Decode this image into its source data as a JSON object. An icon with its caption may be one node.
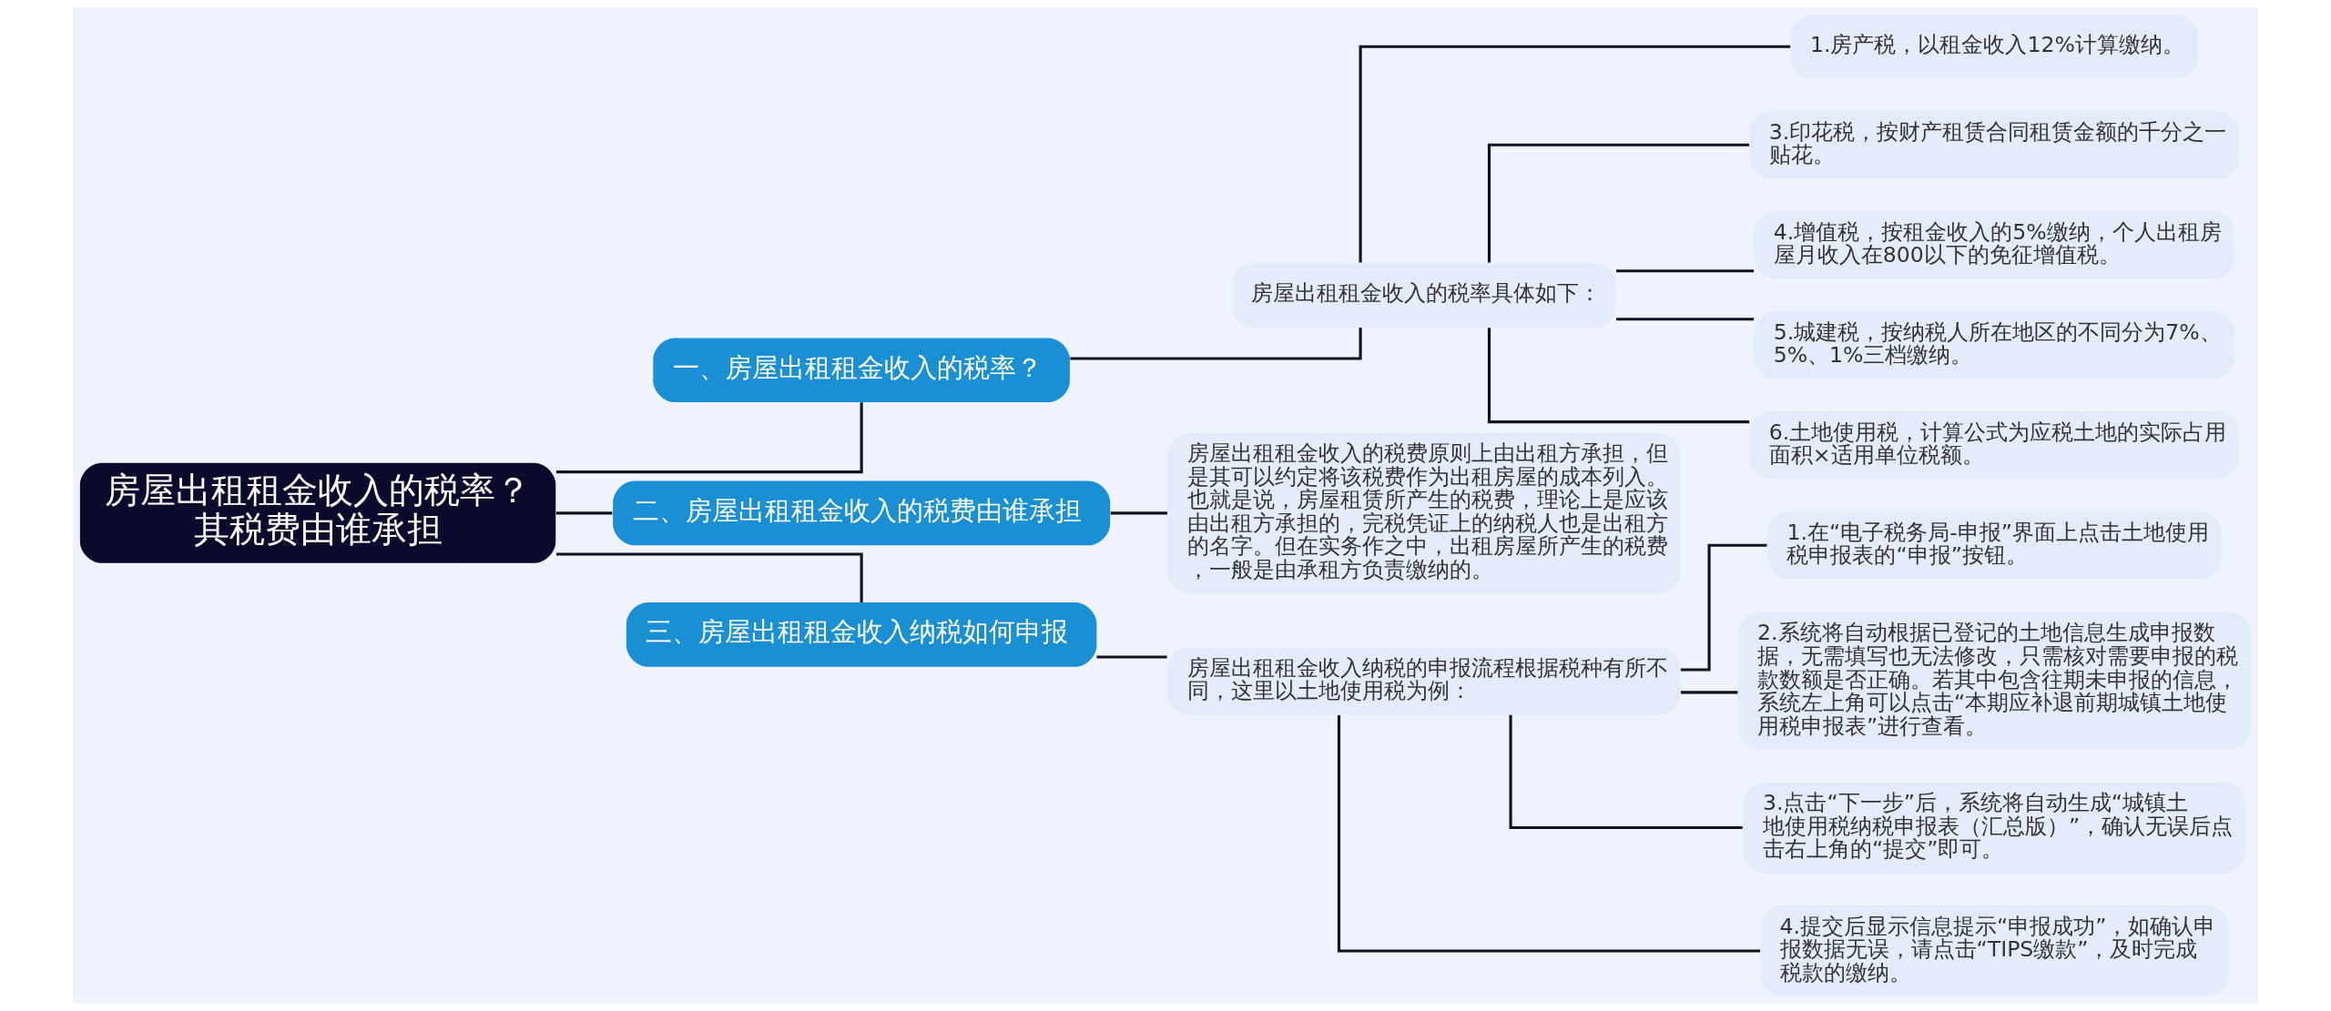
{
  "diagram": {
    "nodes": [
      {
        "text": [
          "房屋出租租金收入的税率？其税费由谁承担"
        ]
      },
      {
        "text": [
          "一、房屋出租租金收入的税率？"
        ]
      },
      {
        "text": [
          "房屋出租租金收入的税率具体如下："
        ]
      },
      {
        "text": [
          "1.房产税，以租金收入12%计算缴纳。"
        ]
      },
      {
        "text": [
          "3.印花税，按财产租赁合同租赁金额的千分之一贴花。"
        ]
      },
      {
        "text": [
          "4.增值税，按租金收入的5%缴纳，个人出租房屋月收入在800以下的免征增值税。"
        ]
      },
      {
        "text": [
          "5.城建税，按纳税人所在地区的不同分为7%、5%、1%三档缴纳。"
        ]
      },
      {
        "text": [
          "6.土地使用税，计算公式为应税土地的实际占用面积×适用单位税额。"
        ]
      },
      {
        "text": [
          "二、房屋出租租金收入的税费由谁承担"
        ]
      },
      {
        "text": [
          "房屋出租租金收入的税费原则上由出租方承担，但是其可以约定将该税费作为出租房屋的成本列入。也就是说，房屋租赁所产生的税费，理论上是应该由出租方承担的，完税凭证上的纳税人也是出租方的名字。但在实务作之中，出租房屋所产生的税费，一般是由承租方负责缴纳的。"
        ]
      },
      {
        "text": [
          "三、房屋出租租金收入纳税如何申报"
        ]
      },
      {
        "text": [
          "房屋出租租金收入纳税的申报流程根据税种有所不同，这里以土地使用税为例："
        ]
      },
      {
        "text": [
          "1.在“电子税务局-申报”界面上点击土地使用税申报表的“申报”按钮。"
        ]
      },
      {
        "text": [
          "2.系统将自动根据已登记的土地信息生成申报数据，无需填写也无法修改，只需核对需要申报的税款数额是否正确。若其中包含往期未申报的信息，系统左上角可以点击“本期应补退前期城镇土地使用税申报表”进行查看。"
        ]
      },
      {
        "text": [
          "3.点击“下一步”后，系统将自动生成“城镇土地使用税纳税申报表（汇总版）”，确认无误后点击右上角的“提交”即可。"
        ]
      },
      {
        "text": [
          "4.提交后显示信息提示“申报成功”，如确认申报数据无误，请点击“TIPS缴款”，及时完成税款的缴纳。"
        ]
      }
    ],
    "edges": [
      {
        "from": 0,
        "to": 1,
        "arrow": "none"
      },
      {
        "from": 1,
        "to": 2,
        "arrow": "none"
      },
      {
        "from": 2,
        "to": 3,
        "arrow": "none"
      },
      {
        "from": 2,
        "to": 4,
        "arrow": "none"
      },
      {
        "from": 2,
        "to": 5,
        "arrow": "none"
      },
      {
        "from": 2,
        "to": 6,
        "arrow": "none"
      },
      {
        "from": 2,
        "to": 7,
        "arrow": "none"
      },
      {
        "from": 0,
        "to": 8,
        "arrow": "none"
      },
      {
        "from": 8,
        "to": 9,
        "arrow": "none"
      },
      {
        "from": 0,
        "to": 10,
        "arrow": "none"
      },
      {
        "from": 10,
        "to": 11,
        "arrow": "none"
      },
      {
        "from": 11,
        "to": 12,
        "arrow": "none"
      },
      {
        "from": 11,
        "to": 13,
        "arrow": "none"
      },
      {
        "from": 11,
        "to": 14,
        "arrow": "none"
      },
      {
        "from": 11,
        "to": 15,
        "arrow": "none"
      }
    ]
  }
}
